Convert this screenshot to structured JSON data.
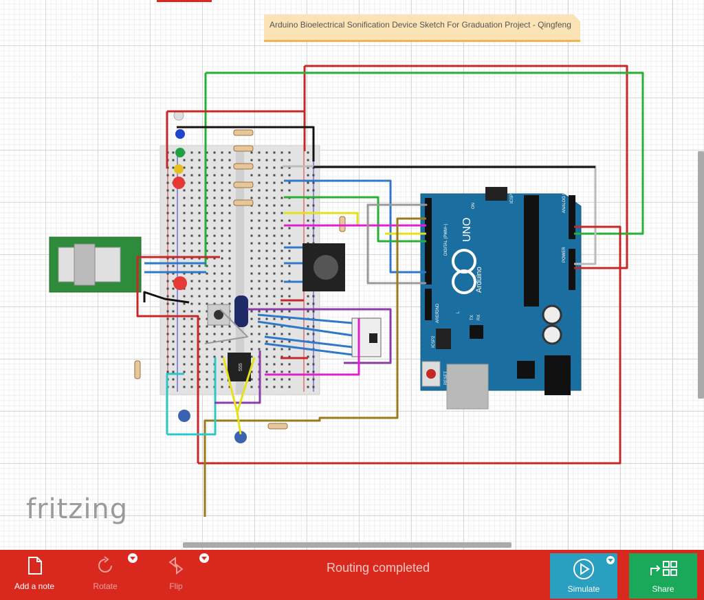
{
  "note": {
    "text": "Arduino Bioelectrical Sonification Device Sketch For Graduation Project - Qingfeng"
  },
  "logo": {
    "text": "fritzing"
  },
  "board": {
    "arduino_logo": "UNO",
    "arduino_brand": "Arduino",
    "pin_labels_digital": "DIGITAL (PWM~)",
    "pin_labels_analog": "ANALOG IN",
    "pin_labels_power": "POWER",
    "on_label": "ON",
    "icsp_label": "ICSP",
    "icsp2_label": "ICSP2",
    "reset_label": "RESET",
    "tx_label": "TX",
    "rx_label": "RX",
    "l_label": "L",
    "aref_label": "AREF",
    "gnd_label": "GND",
    "chip_label": "555"
  },
  "toolbar": {
    "add_note_label": "Add a note",
    "rotate_label": "Rotate",
    "flip_label": "Flip",
    "status_text": "Routing completed",
    "simulate_label": "Simulate",
    "share_label": "Share"
  },
  "colors": {
    "toolbar_bg": "#d9291f",
    "simulate_bg": "#2a9fbf",
    "share_bg": "#1aa95a",
    "arduino_bg": "#1a6fa0",
    "note_bg": "#fbe3b5"
  },
  "icons": [
    "add-note-icon",
    "rotate-icon",
    "flip-icon",
    "simulate-play-icon",
    "share-icon"
  ]
}
